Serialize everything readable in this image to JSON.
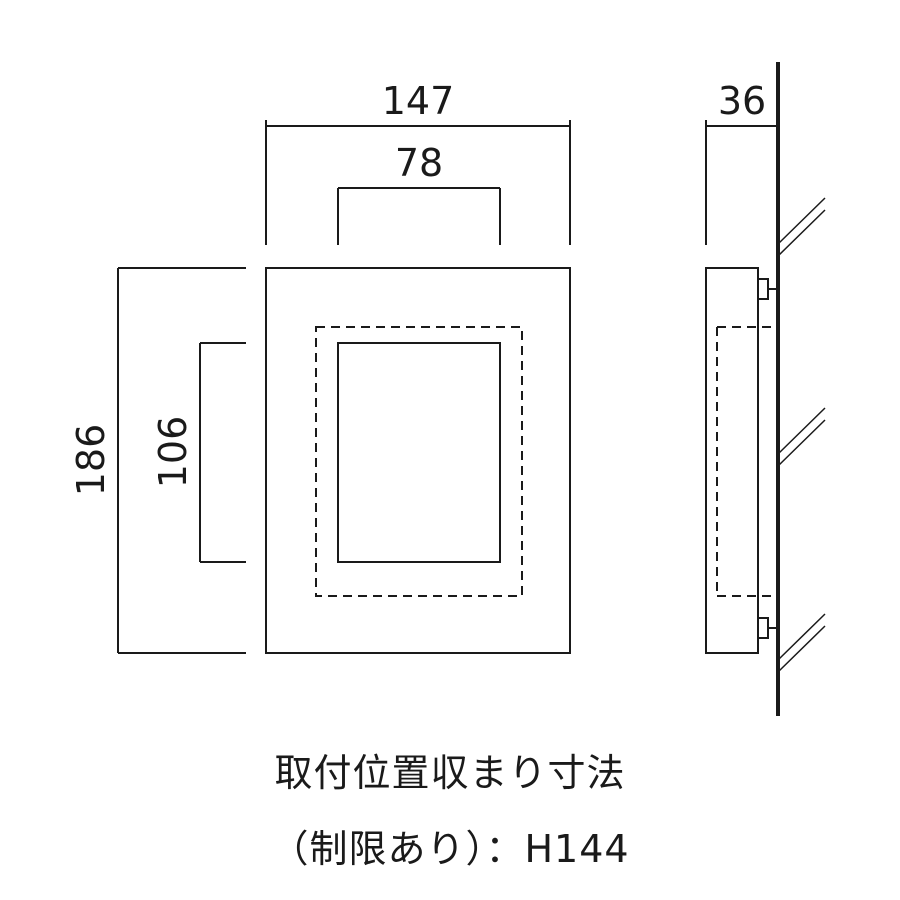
{
  "dimensions": {
    "width_outer": "147",
    "width_inner": "78",
    "depth": "36",
    "height_outer": "186",
    "height_inner": "106"
  },
  "caption": {
    "line1": "取付位置収まり寸法",
    "line2": "（制限あり）：H144"
  }
}
